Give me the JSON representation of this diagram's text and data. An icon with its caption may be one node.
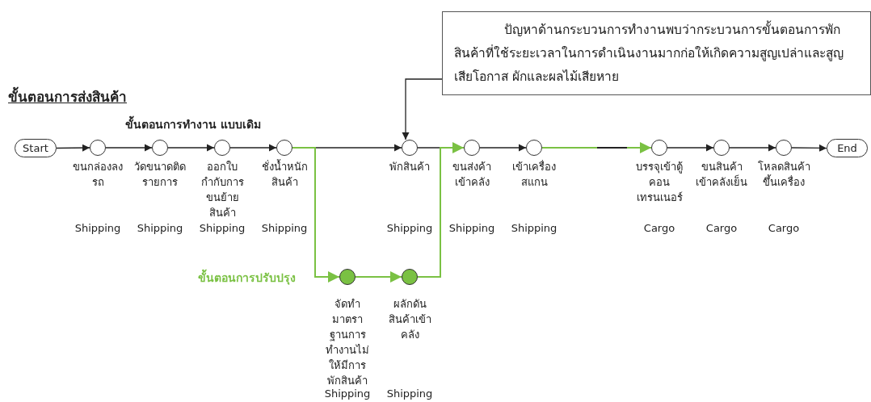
{
  "diagram": {
    "title": "ขั้นตอนการส่งสินค้า",
    "nodes": [
      {
        "text": [
          "Start"
        ]
      },
      {
        "text": [],
        "shape": "circle",
        "beside": [
          "ขนกล่องลงรถ"
        ]
      },
      {
        "text": [],
        "shape": "circle",
        "beside": [
          "วัดขนาดติดรายการ"
        ]
      },
      {
        "text": [],
        "shape": "circle",
        "beside": [
          "ออกใบกำกับการขนย้ายสินค้า"
        ]
      },
      {
        "text": [],
        "shape": "circle",
        "beside": [
          "ชั่งน้ำหนักสินค้า"
        ]
      },
      {
        "text": [],
        "shape": "circle",
        "beside": [
          "พักสินค้า"
        ]
      },
      {
        "text": [],
        "shape": "circle",
        "beside": [
          "ขนส่งค้าเข้าคลัง"
        ]
      },
      {
        "text": [],
        "shape": "circle",
        "beside": [
          "เข้าเครื่องสแกน"
        ]
      },
      {
        "text": [],
        "shape": "circle",
        "beside": [
          "บรรจุเข้าตู้คอนเทรนเนอร์"
        ]
      },
      {
        "text": [],
        "shape": "circle",
        "beside": [
          "ขนสินค้าเข้าคลังเย็น"
        ]
      },
      {
        "text": [],
        "shape": "circle",
        "beside": [
          "โหลดสินค้าขึ้นเครื่อง"
        ]
      },
      {
        "text": [
          "End"
        ]
      },
      {
        "text": [],
        "shape": "circle",
        "beside": [
          "จัดทำมาตราฐานการทำงานไม่ให้มีการพักสินค้า"
        ]
      },
      {
        "text": [],
        "shape": "circle",
        "beside": [
          "ผลักดันสินค้าเข้าคลัง"
        ]
      },
      {
        "text": [
          "ปัญหาด้านกระบวนการทำงานพบว่ากระบวนการขั้นตอนการพักสินค้าที่ใช้ระยะเวลาในการดำเนินงานมากก่อให้เกิดความสูญเปล่าและสูญเสียโอกาส ผักและผลไม้เสียหาย"
        ]
      }
    ],
    "edges": [
      {
        "from": 0,
        "to": 1,
        "arrow": "to"
      },
      {
        "from": 1,
        "to": 2,
        "arrow": "to"
      },
      {
        "from": 2,
        "to": 3,
        "arrow": "to"
      },
      {
        "from": 3,
        "to": 4,
        "arrow": "to"
      },
      {
        "from": 4,
        "to": 5,
        "arrow": "to"
      },
      {
        "from": 5,
        "to": 6,
        "arrow": "none"
      },
      {
        "from": 6,
        "to": 7,
        "arrow": "to"
      },
      {
        "from": 7,
        "to": 8,
        "arrow": "to",
        "color": "#7ac143"
      },
      {
        "from": 8,
        "to": 9,
        "arrow": "to"
      },
      {
        "from": 9,
        "to": 10,
        "arrow": "to"
      },
      {
        "from": 10,
        "to": 11,
        "arrow": "to"
      },
      {
        "from": 4,
        "to": 12,
        "arrow": "to",
        "color": "#7ac143"
      },
      {
        "from": 12,
        "to": 13,
        "arrow": "to",
        "color": "#7ac143"
      },
      {
        "from": 13,
        "to": 6,
        "arrow": "to",
        "color": "#7ac143"
      },
      {
        "from": 14,
        "to": 5,
        "arrow": "to"
      }
    ],
    "labels": [
      "ขั้นตอนการทำงาน แบบเดิม",
      "Shipping",
      "Shipping",
      "Shipping",
      "Shipping",
      "Shipping",
      "Shipping",
      "Shipping",
      "Cargo",
      "Cargo",
      "Cargo",
      "ขั้นตอนการปรับปรุง",
      "Shipping",
      "Shipping"
    ]
  }
}
